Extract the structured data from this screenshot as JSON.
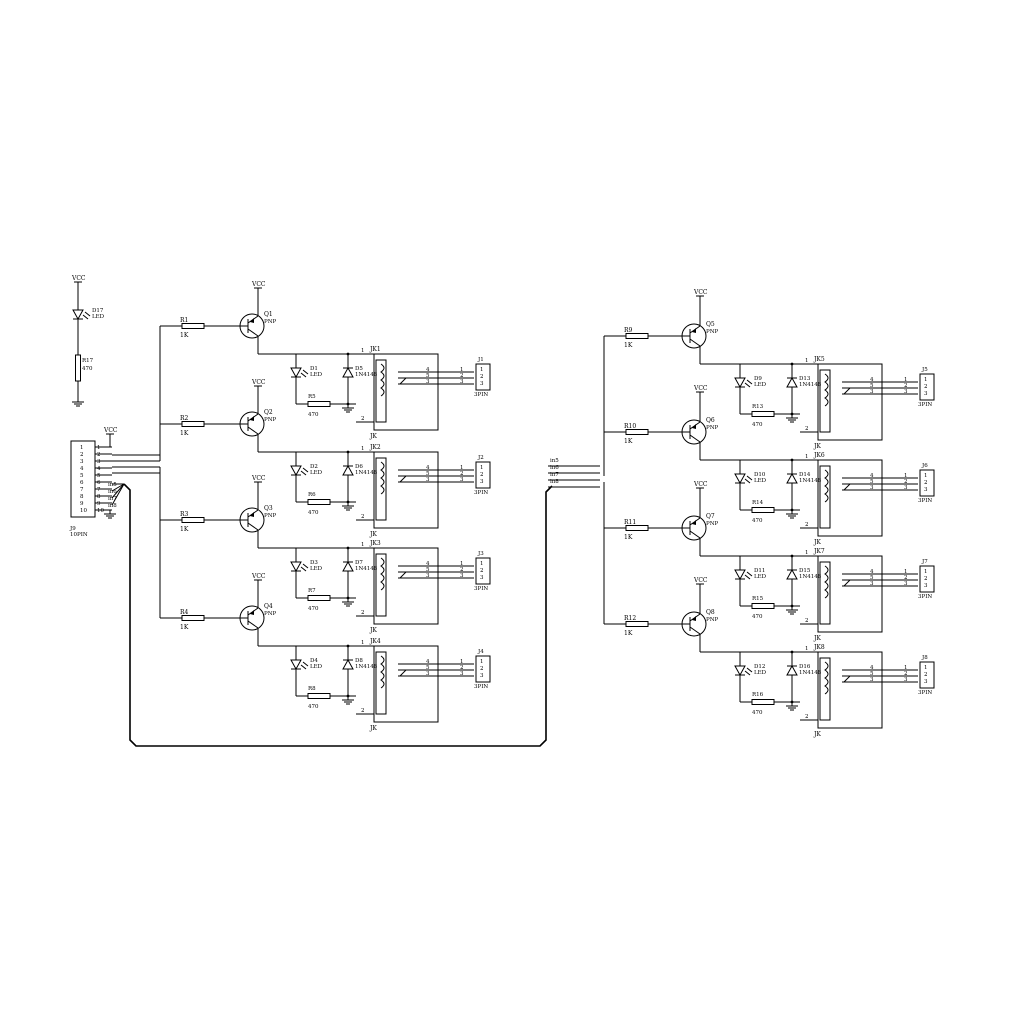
{
  "supply": {
    "label": "VCC"
  },
  "power_led": {
    "ref": "D17",
    "value": "LED"
  },
  "power_resistor": {
    "ref": "R17",
    "value": "470"
  },
  "header": {
    "ref": "J9",
    "value": "10PIN",
    "pins": [
      "1",
      "2",
      "3",
      "4",
      "5",
      "6",
      "7",
      "8",
      "9",
      "10"
    ],
    "net_labels": [
      "in5",
      "in6",
      "in7",
      "in8"
    ]
  },
  "right_net_labels": [
    "in5",
    "in6",
    "in7",
    "in8"
  ],
  "channels": [
    {
      "r_base": "R1",
      "r_base_val": "1K",
      "q": "Q1",
      "q_type": "PNP",
      "led": "D1",
      "led_val": "LED",
      "diode": "D5",
      "diode_val": "1N4148",
      "r_led": "R5",
      "r_led_val": "470",
      "relay": "JK1",
      "relay_val": "JK",
      "conn": "J1",
      "conn_val": "3PIN",
      "pin_a": "1",
      "pin_b": "2"
    },
    {
      "r_base": "R2",
      "r_base_val": "1K",
      "q": "Q2",
      "q_type": "PNP",
      "led": "D2",
      "led_val": "LED",
      "diode": "D6",
      "diode_val": "1N4148",
      "r_led": "R6",
      "r_led_val": "470",
      "relay": "JK2",
      "relay_val": "JK",
      "conn": "J2",
      "conn_val": "3PIN",
      "pin_a": "1",
      "pin_b": "2"
    },
    {
      "r_base": "R3",
      "r_base_val": "1K",
      "q": "Q3",
      "q_type": "PNP",
      "led": "D3",
      "led_val": "LED",
      "diode": "D7",
      "diode_val": "1N4148",
      "r_led": "R7",
      "r_led_val": "470",
      "relay": "JK3",
      "relay_val": "JK",
      "conn": "J3",
      "conn_val": "3PIN",
      "pin_a": "1",
      "pin_b": "2"
    },
    {
      "r_base": "R4",
      "r_base_val": "1K",
      "q": "Q4",
      "q_type": "PNP",
      "led": "D4",
      "led_val": "LED",
      "diode": "D8",
      "diode_val": "1N4148",
      "r_led": "R8",
      "r_led_val": "470",
      "relay": "JK4",
      "relay_val": "JK",
      "conn": "J4",
      "conn_val": "3PIN",
      "pin_a": "1",
      "pin_b": "2"
    },
    {
      "r_base": "R9",
      "r_base_val": "1K",
      "q": "Q5",
      "q_type": "PNP",
      "led": "D9",
      "led_val": "LED",
      "diode": "D13",
      "diode_val": "1N4148",
      "r_led": "R13",
      "r_led_val": "470",
      "relay": "JK5",
      "relay_val": "JK",
      "conn": "J5",
      "conn_val": "3PIN",
      "pin_a": "1",
      "pin_b": "2"
    },
    {
      "r_base": "R10",
      "r_base_val": "1K",
      "q": "Q6",
      "q_type": "PNP",
      "led": "D10",
      "led_val": "LED",
      "diode": "D14",
      "diode_val": "1N4148",
      "r_led": "R14",
      "r_led_val": "470",
      "relay": "JK6",
      "relay_val": "JK",
      "conn": "J6",
      "conn_val": "3PIN",
      "pin_a": "1",
      "pin_b": "2"
    },
    {
      "r_base": "R11",
      "r_base_val": "1K",
      "q": "Q7",
      "q_type": "PNP",
      "led": "D11",
      "led_val": "LED",
      "diode": "D15",
      "diode_val": "1N4148",
      "r_led": "R15",
      "r_led_val": "470",
      "relay": "JK7",
      "relay_val": "JK",
      "conn": "J7",
      "conn_val": "3PIN",
      "pin_a": "1",
      "pin_b": "2"
    },
    {
      "r_base": "R12",
      "r_base_val": "1K",
      "q": "Q8",
      "q_type": "PNP",
      "led": "D12",
      "led_val": "LED",
      "diode": "D16",
      "diode_val": "1N4148",
      "r_led": "R16",
      "r_led_val": "470",
      "relay": "JK8",
      "relay_val": "JK",
      "conn": "J8",
      "conn_val": "3PIN",
      "pin_a": "1",
      "pin_b": "2"
    }
  ],
  "relay_pins": [
    "4",
    "5",
    "3"
  ],
  "conn_pins": [
    "1",
    "2",
    "3"
  ]
}
